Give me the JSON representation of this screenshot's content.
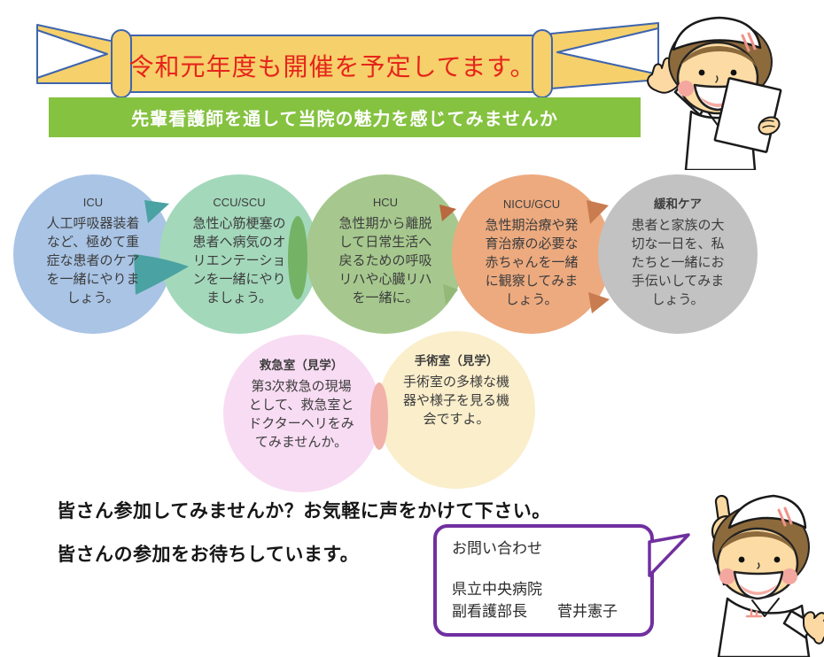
{
  "ribbon": {
    "title": "令和元年度も開催を予定してます。",
    "fill": "#f6d06a",
    "stroke": "#3e64ad",
    "title_color": "#e5251c"
  },
  "sub_banner": {
    "text": "先輩看護師を通して当院の魅力を感じてみませんか",
    "bg": "#85c240",
    "text_color": "#ffffff"
  },
  "circles": [
    {
      "id": "icu",
      "title": "ICU",
      "body": "人工呼吸器装着など、極めて重症な患者のケアを一緒にやりましょう。",
      "color": "#a9c4e5",
      "title_bold": false
    },
    {
      "id": "ccu-scu",
      "title": "CCU/SCU",
      "body": "急性心筋梗塞の患者へ病気のオリエンテーションを一緒にやりましょう。",
      "color": "#a3d8bb",
      "title_bold": false
    },
    {
      "id": "hcu",
      "title": "HCU",
      "body": "急性期から離脱して日常生活へ戻るための呼吸リハや心臓リハを一緒に。",
      "color": "#a6c88e",
      "title_bold": false
    },
    {
      "id": "nicu-gcu",
      "title": "NICU/GCU",
      "body": "急性期治療や発育治療の必要な赤ちゃんを一緒に観察してみましょう。",
      "color": "#edaa7f",
      "title_bold": false
    },
    {
      "id": "kanwa",
      "title": "緩和ケア",
      "body": "患者と家族の大切な一日を、私たちと一緒にお手伝いしてみましょう。",
      "color": "#c2c2c2",
      "title_bold": true
    },
    {
      "id": "kyukyu",
      "title": "救急室（見学）",
      "body": "第3次救急の現場として、救急室とドクターヘリをみてみませんか。",
      "color": "#f8dcf3",
      "title_bold": true
    },
    {
      "id": "shujutsu",
      "title": "手術室（見学）",
      "body": "手術室の多様な機器や様子を見る機会ですよ。",
      "color": "#faeecb",
      "title_bold": true
    }
  ],
  "accents": [
    {
      "id": "icu-ccu-top",
      "color": "#4aa2a2"
    },
    {
      "id": "icu-ccu-bottom",
      "color": "#4aa2a2"
    },
    {
      "id": "ccu-hcu-lens",
      "color": "#74b266"
    },
    {
      "id": "hcu-nicu-top",
      "color": "#b9683f"
    },
    {
      "id": "hcu-nicu-bottom",
      "color": "#94b878"
    },
    {
      "id": "nicu-kanwa-top",
      "color": "#c87c50"
    },
    {
      "id": "nicu-kanwa-bottom",
      "color": "#c87c50"
    },
    {
      "id": "kyukyu-shujutsu-lens",
      "color": "#f1b2a9"
    }
  ],
  "footer": {
    "line1": "皆さん参加してみませんか？お気軽に声をかけて下さい。",
    "line2": "皆さんの参加をお待ちしています。"
  },
  "contact": {
    "heading": "お問い合わせ",
    "org": "県立中央病院",
    "person": "副看護部長　　菅井憲子",
    "border_color": "#7030a0"
  },
  "illustrations": {
    "nurse_skin": "#fcd9a2",
    "nurse_hair": "#8d6a3c",
    "nurse_uniform": "#ffffff",
    "nurse_blush": "#f3a79e",
    "hairpin": "#ef938a"
  }
}
